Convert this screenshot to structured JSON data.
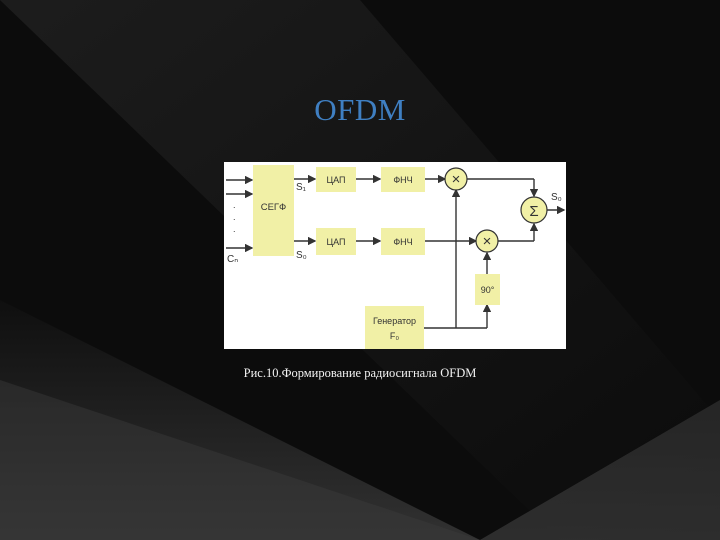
{
  "slide": {
    "title": "OFDM",
    "caption": "Рис.10.Формирование радиосигнала OFDM"
  },
  "diagram": {
    "input_top_dots": ".",
    "input_bottom": "Cₙ",
    "serial_block": "СЕГФ",
    "out_s1": "S₁",
    "out_sq": "S₀",
    "dac_top": "ЦАП",
    "dac_bottom": "ЦАП",
    "lpf_top": "ФНЧ",
    "lpf_bottom": "ФНЧ",
    "mixer_symbol": "×",
    "sum_symbol": "Σ",
    "phase_block": "90°",
    "generator_line1": "Генератор",
    "generator_line2": "F₀",
    "output_label": "S₀"
  },
  "colors": {
    "block_fill": "#f1f0a6",
    "line": "#333333",
    "title": "#3f7fc2"
  }
}
